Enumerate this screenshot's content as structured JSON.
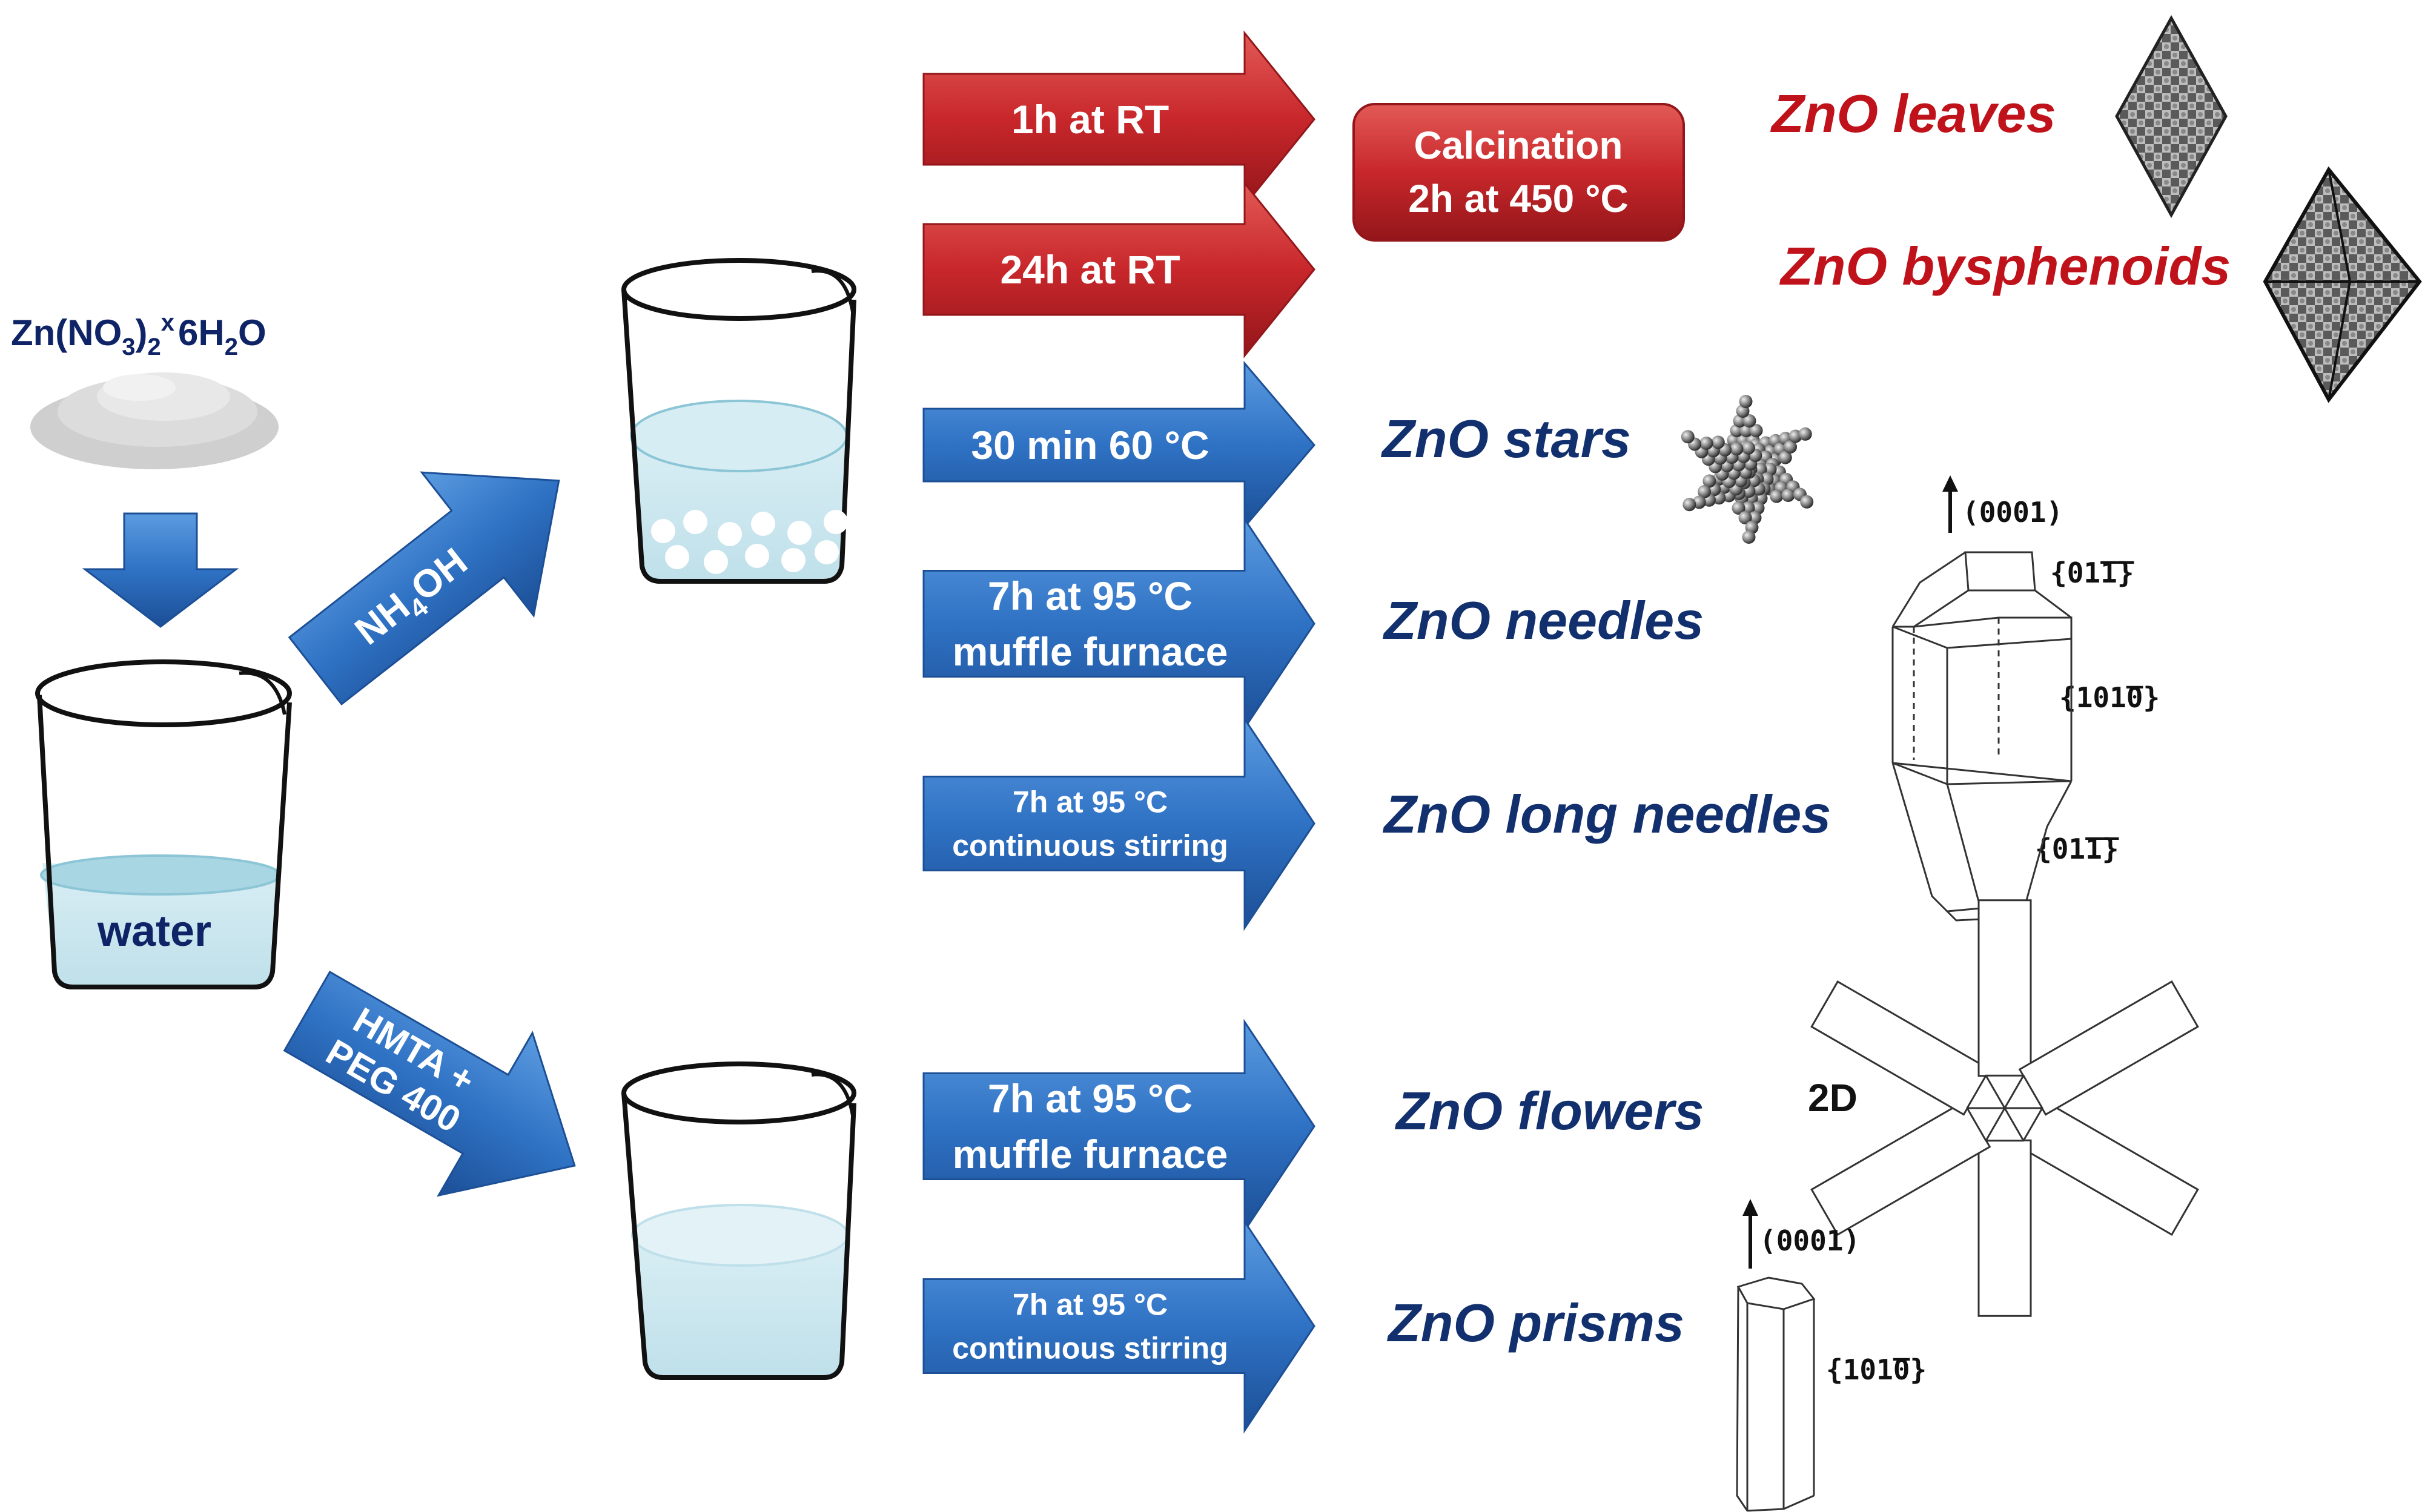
{
  "precursor": {
    "prefix": "Zn(NO",
    "sub1": "3",
    "mid": ")",
    "sub2": "2",
    "sup": "x",
    "suffix": "6H",
    "sub3": "2",
    "end": "O"
  },
  "water_label": "water",
  "reagent_arrows": {
    "nh4oh": {
      "a": "NH",
      "sub": "4",
      "b": "OH"
    },
    "hmta": {
      "line1": "HMTA +",
      "line2": "PEG 400"
    }
  },
  "process_arrows": [
    {
      "id": "1h-rt",
      "lines": [
        "1h at RT"
      ],
      "color": "red"
    },
    {
      "id": "24h-rt",
      "lines": [
        "24h at RT"
      ],
      "color": "red"
    },
    {
      "id": "30min",
      "lines": [
        "30 min 60 °C"
      ],
      "color": "blue"
    },
    {
      "id": "7h-muffle-1",
      "lines": [
        "7h at 95 °C",
        "muffle furnace"
      ],
      "color": "blue"
    },
    {
      "id": "7h-stir-1",
      "lines": [
        "7h at 95 °C",
        "continuous stirring"
      ],
      "color": "blue"
    },
    {
      "id": "7h-muffle-2",
      "lines": [
        "7h at 95 °C",
        "muffle furnace"
      ],
      "color": "blue"
    },
    {
      "id": "7h-stir-2",
      "lines": [
        "7h at 95 °C",
        "continuous stirring"
      ],
      "color": "blue"
    }
  ],
  "calcination": {
    "line1": "Calcination",
    "line2": "2h at 450 °C"
  },
  "products": {
    "leaves": "ZnO leaves",
    "bysphenoids": "ZnO bysphenoids",
    "stars": "ZnO stars",
    "needles": "ZnO needles",
    "long_needles": "ZnO long needles",
    "flowers": "ZnO flowers",
    "prisms": "ZnO prisms"
  },
  "crystal_labels": {
    "axis_top": "(0001)",
    "facet_pyramid_top": "{01̅1̅}",
    "facet_prism": "{101̅0}",
    "facet_pyramid_bottom": "{01̅1̅}",
    "flower_2d": "2D",
    "prism_axis": "(0001)",
    "prism_facet": "{101̅0}"
  },
  "colors": {
    "red_arrow": "#c8272b",
    "blue_arrow": "#2f72c4",
    "navy_text": "#12306e",
    "red_text": "#c0121a",
    "liquid": "#cfe9f0"
  }
}
